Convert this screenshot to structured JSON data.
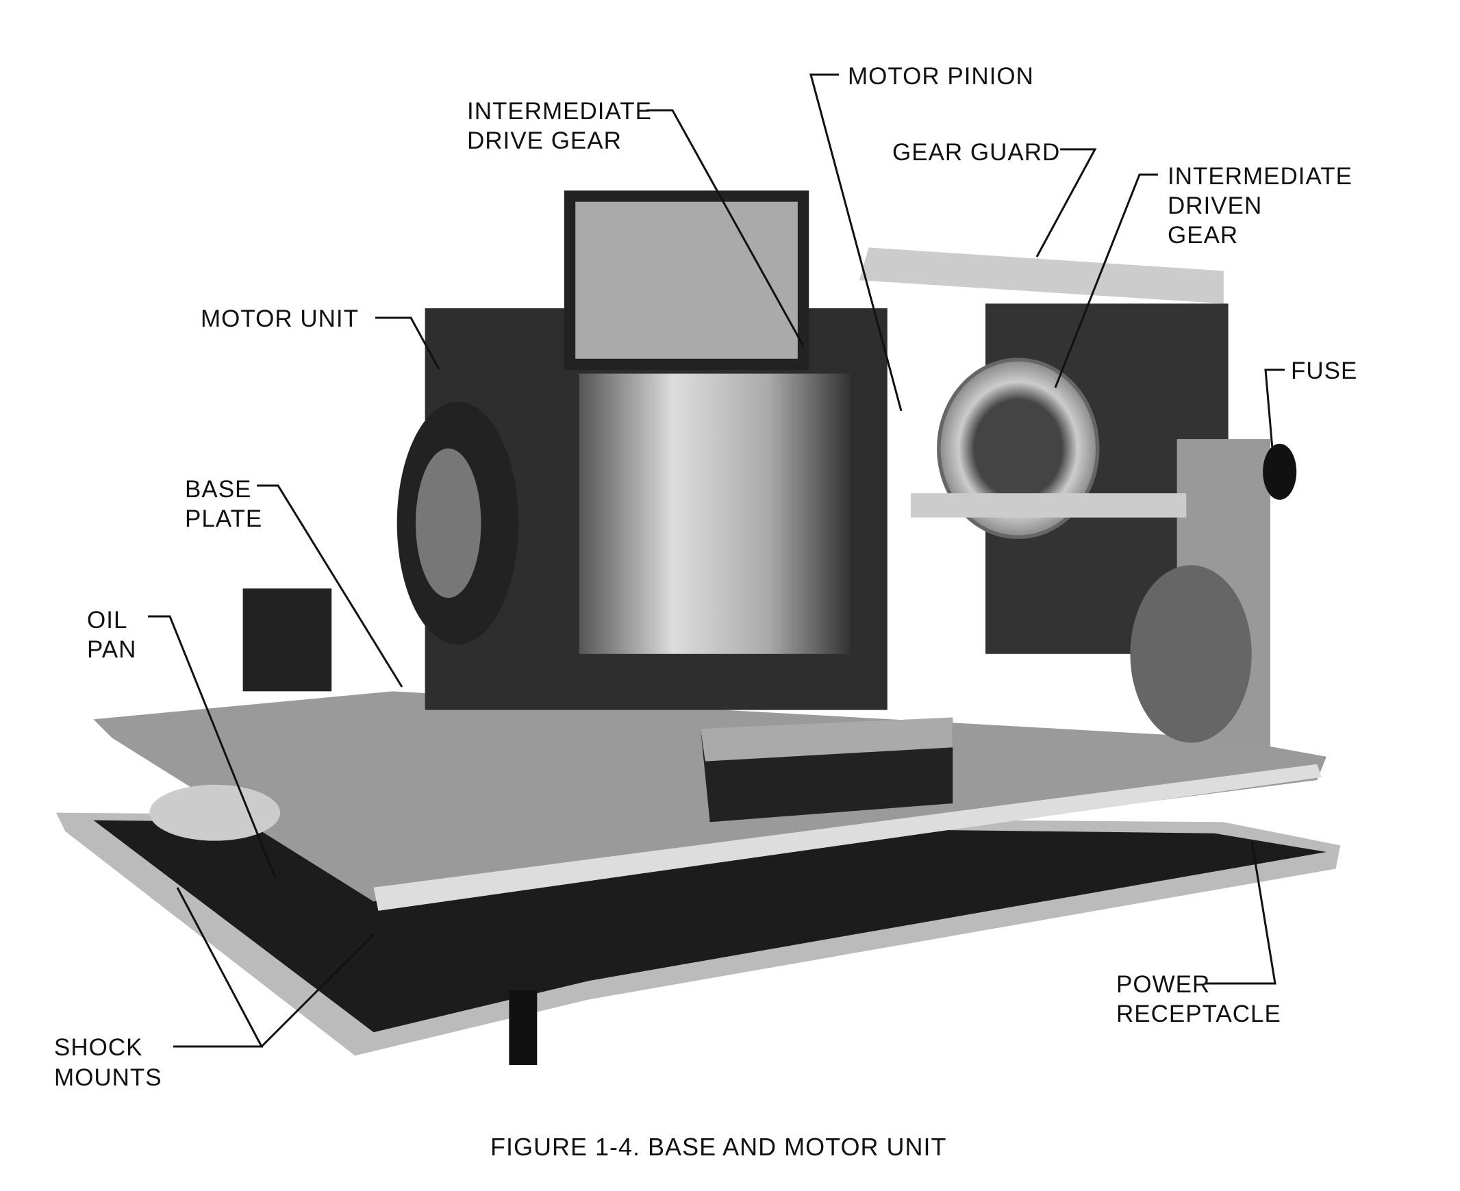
{
  "figure": {
    "caption": "FIGURE 1-4.  BASE AND MOTOR UNIT",
    "labels": {
      "intermediate_drive_gear": [
        "INTERMEDIATE",
        "DRIVE GEAR"
      ],
      "motor_pinion": "MOTOR PINION",
      "gear_guard": "GEAR GUARD",
      "intermediate_driven_gear": [
        "INTERMEDIATE",
        "DRIVEN",
        "GEAR"
      ],
      "motor_unit": "MOTOR UNIT",
      "fuse": "FUSE",
      "base_plate": [
        "BASE",
        "PLATE"
      ],
      "oil_pan": [
        "OIL",
        "PAN"
      ],
      "shock_mounts": [
        "SHOCK",
        "MOUNTS"
      ],
      "power_receptacle": [
        "POWER",
        "RECEPTACLE"
      ]
    }
  }
}
